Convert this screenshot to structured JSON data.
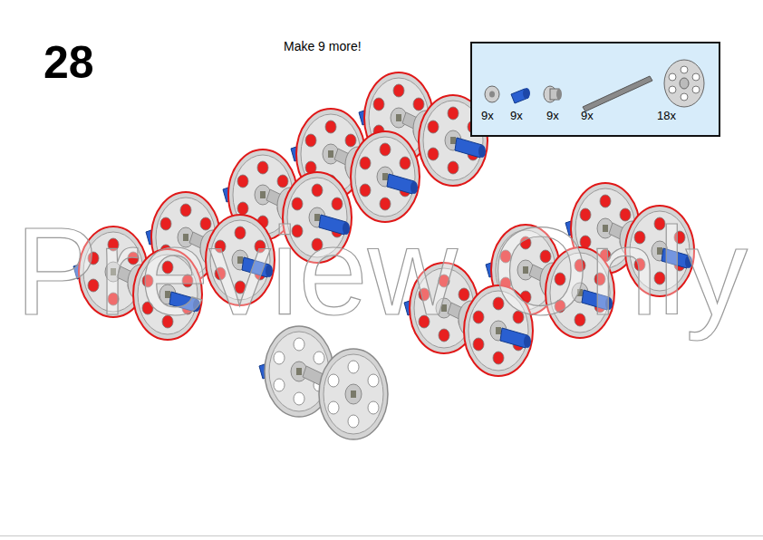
{
  "diagram": {
    "nodes": [
      {
        "text": [
          "9x",
          "9x",
          "9x",
          "9x",
          "18x"
        ]
      }
    ],
    "labels": [
      "28",
      "Make 9 more!",
      "Preview Only"
    ]
  }
}
